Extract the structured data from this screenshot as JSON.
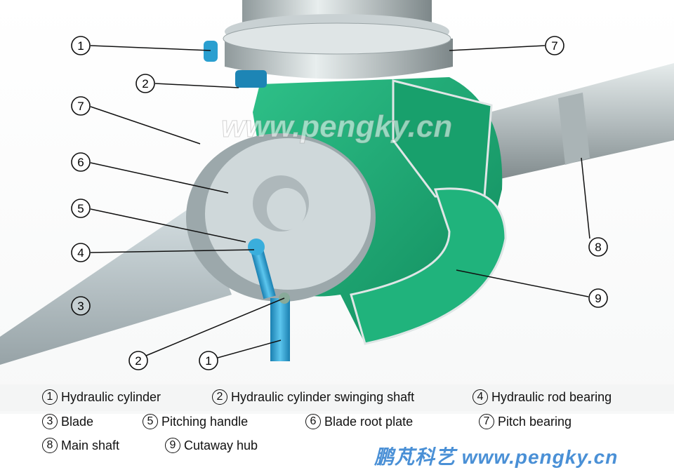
{
  "watermark": "www.pengky.cn",
  "brand": "鹏芃科艺 www.pengky.cn",
  "callouts": [
    "1",
    "2",
    "7",
    "6",
    "5",
    "4",
    "3",
    "2",
    "1",
    "7",
    "8",
    "9"
  ],
  "legend": [
    {
      "num": "1",
      "label": "Hydraulic cylinder"
    },
    {
      "num": "2",
      "label": "Hydraulic cylinder swinging shaft"
    },
    {
      "num": "4",
      "label": "Hydraulic rod bearing"
    },
    {
      "num": "3",
      "label": "Blade"
    },
    {
      "num": "5",
      "label": "Pitching handle"
    },
    {
      "num": "6",
      "label": "Blade root plate"
    },
    {
      "num": "7",
      "label": "Pitch bearing"
    },
    {
      "num": "8",
      "label": "Main shaft"
    },
    {
      "num": "9",
      "label": "Cutaway hub"
    }
  ],
  "colors": {
    "hub": "#1fae7a",
    "steel": "#b8c3c6",
    "cylinder": "#2a9fd0",
    "brand": "#4a90d6"
  }
}
